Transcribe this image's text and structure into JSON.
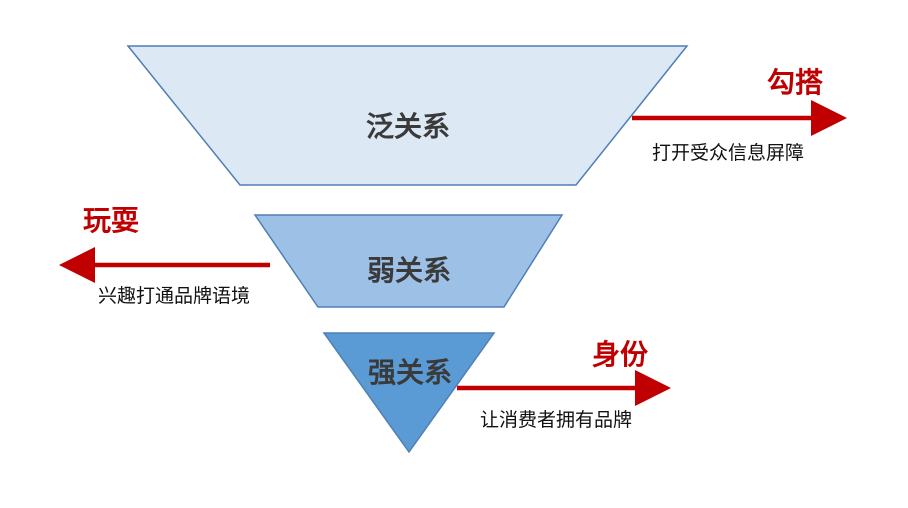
{
  "tiers": [
    {
      "label": "泛关系",
      "color": "#dde8f5"
    },
    {
      "label": "弱关系",
      "color": "#9dc0e6"
    },
    {
      "label": "强关系",
      "color": "#5b9bd5"
    }
  ],
  "annotations": {
    "top": {
      "title": "勾搭",
      "caption": "打开受众信息屏障"
    },
    "middle": {
      "title": "玩耍",
      "caption": "兴趣打通品牌语境"
    },
    "bottom": {
      "title": "身份",
      "caption": "让消费者拥有品牌"
    }
  },
  "colors": {
    "outline": "#4f7fb3",
    "arrow": "#c00000",
    "title_text": "#c00000"
  }
}
